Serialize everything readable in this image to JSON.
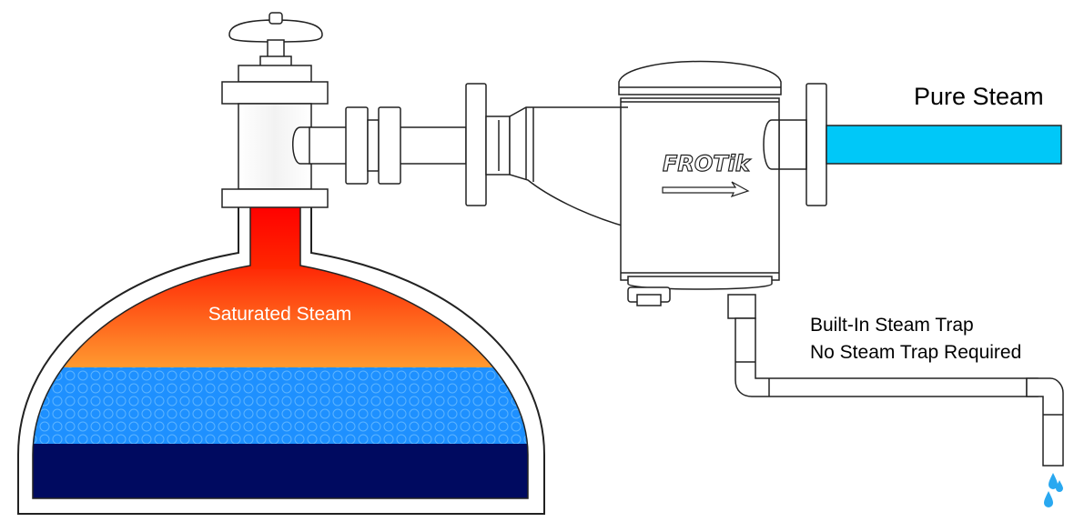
{
  "labels": {
    "pure_steam": "Pure Steam",
    "saturated_steam": "Saturated Steam",
    "trap_line1": "Built-In Steam Trap",
    "trap_line2": "No Steam Trap Required"
  },
  "brand": {
    "logo_text": "FROTik"
  },
  "colors": {
    "pure_steam_pipe": "#00c8f8",
    "steam_red": "#ff1a00",
    "steam_orange": "#ff9a30",
    "water_blue": "#1e90ff",
    "deep_water": "#000a60",
    "droplet": "#29a8f0",
    "outline": "#222222"
  },
  "icons": [
    "valve-handwheel-icon",
    "arrow-right-icon",
    "water-droplet-icon"
  ]
}
